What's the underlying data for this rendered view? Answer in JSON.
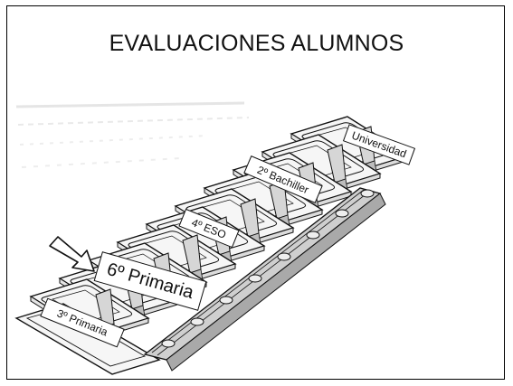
{
  "slide": {
    "title": "EVALUACIONES ALUMNOS"
  },
  "diagram": {
    "subject": "staircase-with-levels",
    "labels": [
      {
        "key": "universidad",
        "text": "Universidad"
      },
      {
        "key": "bachiller",
        "text": "2º Bachiller"
      },
      {
        "key": "eso",
        "text": "4º ESO"
      },
      {
        "key": "sexto_primaria",
        "text": "6º Primaria"
      },
      {
        "key": "tercero_primaria",
        "text": "3º Primaria"
      }
    ],
    "highlight": "6º Primaria",
    "colors": {
      "stroke": "#111111",
      "tread_fill": "#f6f6f6",
      "stringer_fill": "#cfcfcf",
      "background": "#ffffff"
    }
  }
}
